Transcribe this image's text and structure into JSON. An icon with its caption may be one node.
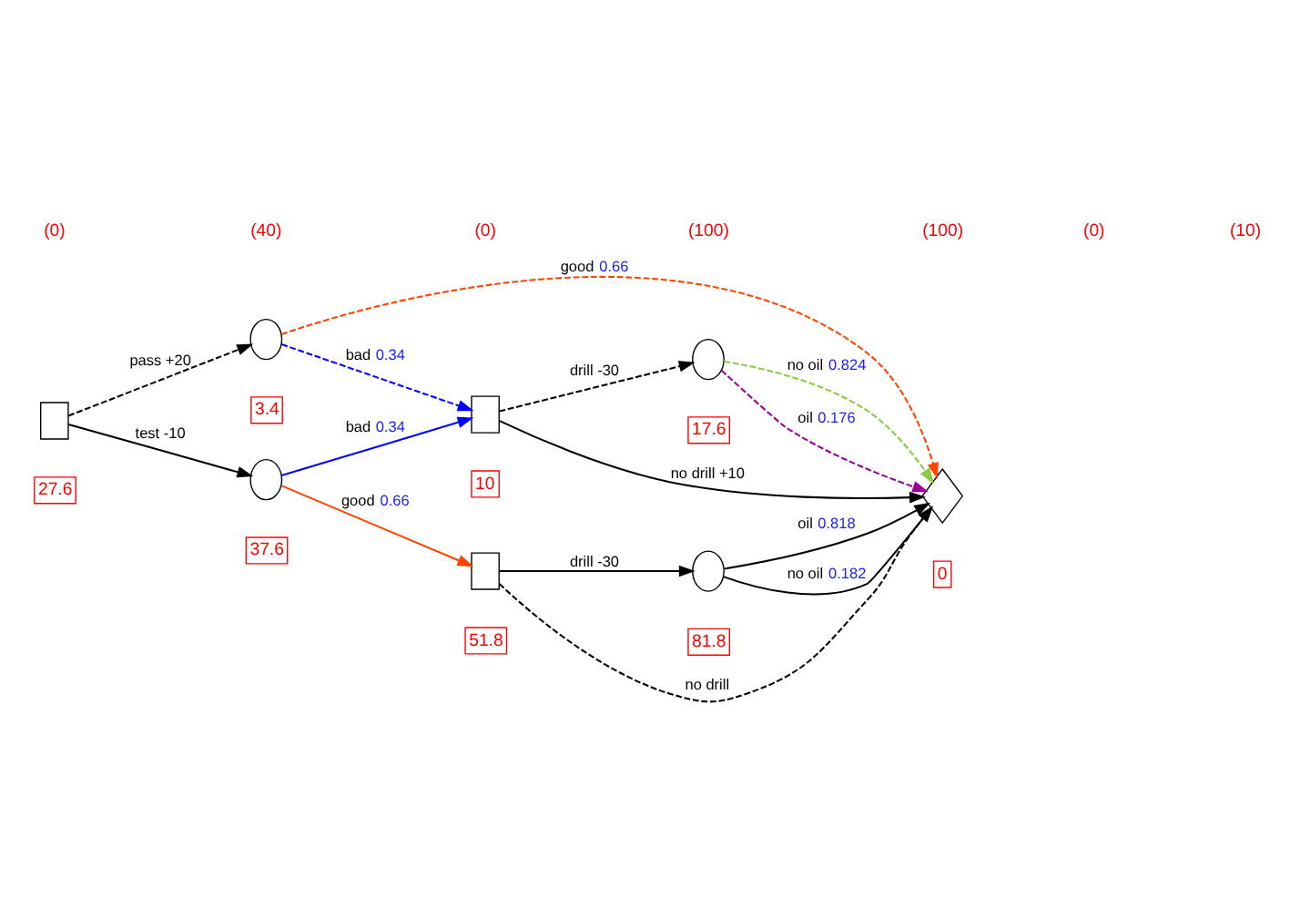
{
  "diagram": {
    "nodes": [
      {
        "text": [],
        "shape": "box",
        "beside": [
          "27.6"
        ]
      },
      {
        "text": [],
        "shape": "circle",
        "beside": [
          "3.4"
        ]
      },
      {
        "text": [],
        "shape": "circle",
        "beside": [
          "37.6"
        ]
      },
      {
        "text": [],
        "shape": "box",
        "beside": [
          "51.8"
        ]
      },
      {
        "text": [],
        "shape": "box",
        "beside": [
          "10"
        ]
      },
      {
        "text": [],
        "shape": "circle",
        "beside": [
          "81.8"
        ]
      },
      {
        "text": [],
        "shape": "circle",
        "beside": [
          "17.6"
        ]
      },
      {
        "text": [],
        "shape": "diamond",
        "beside": [
          "0"
        ]
      }
    ],
    "edges": [
      {
        "from": 0,
        "to": 1,
        "arrow": "to",
        "style": "dashed",
        "label": "pass +20"
      },
      {
        "from": 0,
        "to": 2,
        "arrow": "to",
        "label": "test -10"
      },
      {
        "from": 1,
        "to": 7,
        "arrow": "to",
        "style": "dashed",
        "color": "#ff4400",
        "label": "good 0.66"
      },
      {
        "from": 1,
        "to": 4,
        "arrow": "to",
        "style": "dashed",
        "color": "#0000ff",
        "label": "bad 0.34"
      },
      {
        "from": 2,
        "to": 3,
        "arrow": "to",
        "color": "#ff4400",
        "label": "good 0.66"
      },
      {
        "from": 2,
        "to": 4,
        "arrow": "to",
        "color": "#0000ff",
        "label": "bad 0.34"
      },
      {
        "from": 3,
        "to": 7,
        "arrow": "to",
        "style": "dashed",
        "label": "no drill"
      },
      {
        "from": 3,
        "to": 5,
        "arrow": "to",
        "label": "drill -30"
      },
      {
        "from": 5,
        "to": 7,
        "arrow": "to",
        "label": "no oil 0.182"
      },
      {
        "from": 5,
        "to": 7,
        "arrow": "to",
        "label": "oil 0.818"
      },
      {
        "from": 4,
        "to": 6,
        "arrow": "to",
        "style": "dashed",
        "label": "drill -30"
      },
      {
        "from": 6,
        "to": 7,
        "arrow": "to",
        "style": "dashed",
        "color": "#990099",
        "label": "oil 0.176"
      },
      {
        "from": 6,
        "to": 7,
        "arrow": "to",
        "style": "dashed",
        "color": "#88cc44",
        "label": "no oil 0.824"
      },
      {
        "from": 4,
        "to": 7,
        "arrow": "to",
        "label": "no drill +10"
      }
    ],
    "labels": [
      "(0)",
      "(40)",
      "(0)",
      "(100)",
      "(100)",
      "(0)",
      "(10)"
    ]
  }
}
